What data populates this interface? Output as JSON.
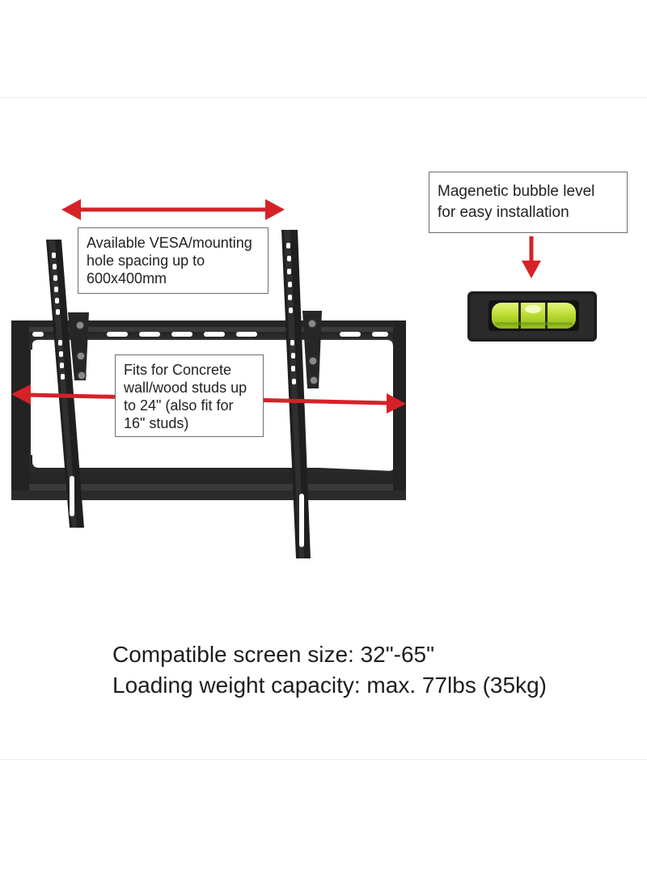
{
  "callouts": {
    "vesa": {
      "line1": "Available VESA/mounting",
      "line2": "hole spacing up to",
      "line3": "600x400mm"
    },
    "studs": {
      "line1": "Fits for Concrete",
      "line2": "wall/wood studs up",
      "line3": "to 24\" (also fit for",
      "line4": "16\" studs)"
    },
    "level": {
      "line1": "Magenetic bubble level",
      "line2": "for easy installation"
    }
  },
  "specs": {
    "screen_size": "Compatible screen size: 32\"-65\"",
    "weight": "Loading weight capacity: max. 77lbs (35kg)"
  },
  "colors": {
    "arrow": "#d62128",
    "bracket": "#1c1c1c",
    "level_vial": "#c8e64a"
  },
  "icons": {
    "arrows": [
      "double-arrow-horizontal-icon",
      "double-arrow-horizontal-icon",
      "arrow-down-icon"
    ],
    "product": "tv-wall-mount-bracket",
    "accessory": "bubble-level"
  }
}
